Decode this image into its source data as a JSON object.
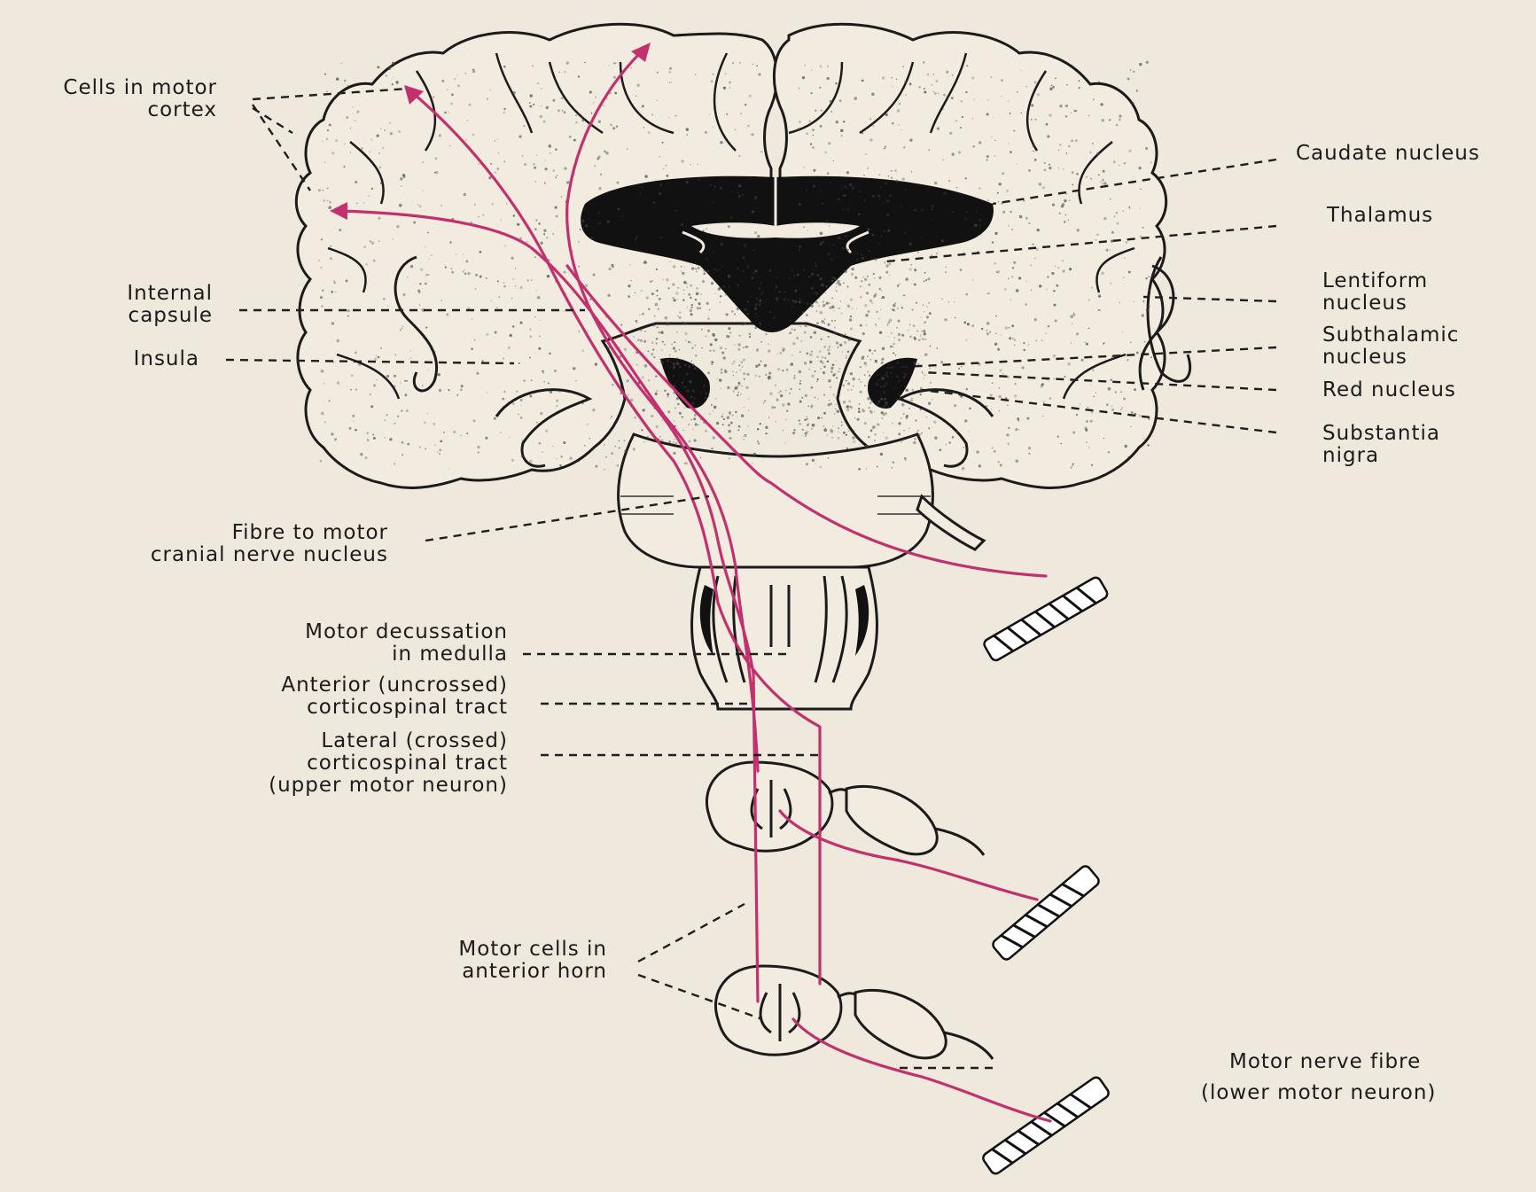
{
  "colors": {
    "background": "#efe9dd",
    "tract": "#c2306d",
    "outline": "#1b1b1b"
  },
  "labels": {
    "cells_motor_cortex_1": "Cells in motor",
    "cells_motor_cortex_2": "cortex",
    "internal_capsule_1": "Internal",
    "internal_capsule_2": "capsule",
    "insula": "Insula",
    "fibre_motor_1": "Fibre to motor",
    "fibre_motor_2": "cranial nerve nucleus",
    "caudate": "Caudate nucleus",
    "thalamus": "Thalamus",
    "lentiform_1": "Lentiform",
    "lentiform_2": "nucleus",
    "subthalamic_1": "Subthalamic",
    "subthalamic_2": "nucleus",
    "red_nucleus": "Red nucleus",
    "substantia_1": "Substantia",
    "substantia_2": "nigra",
    "decussation_1": "Motor decussation",
    "decussation_2": "in medulla",
    "anterior_tract_1": "Anterior (uncrossed)",
    "anterior_tract_2": "corticospinal tract",
    "lateral_tract_1": "Lateral (crossed)",
    "lateral_tract_2": "corticospinal tract",
    "lateral_tract_3": "(upper motor neuron)",
    "anterior_horn_1": "Motor cells in",
    "anterior_horn_2": "anterior horn",
    "motor_nerve_1": "Motor nerve fibre",
    "motor_nerve_2": "(lower motor neuron)"
  }
}
